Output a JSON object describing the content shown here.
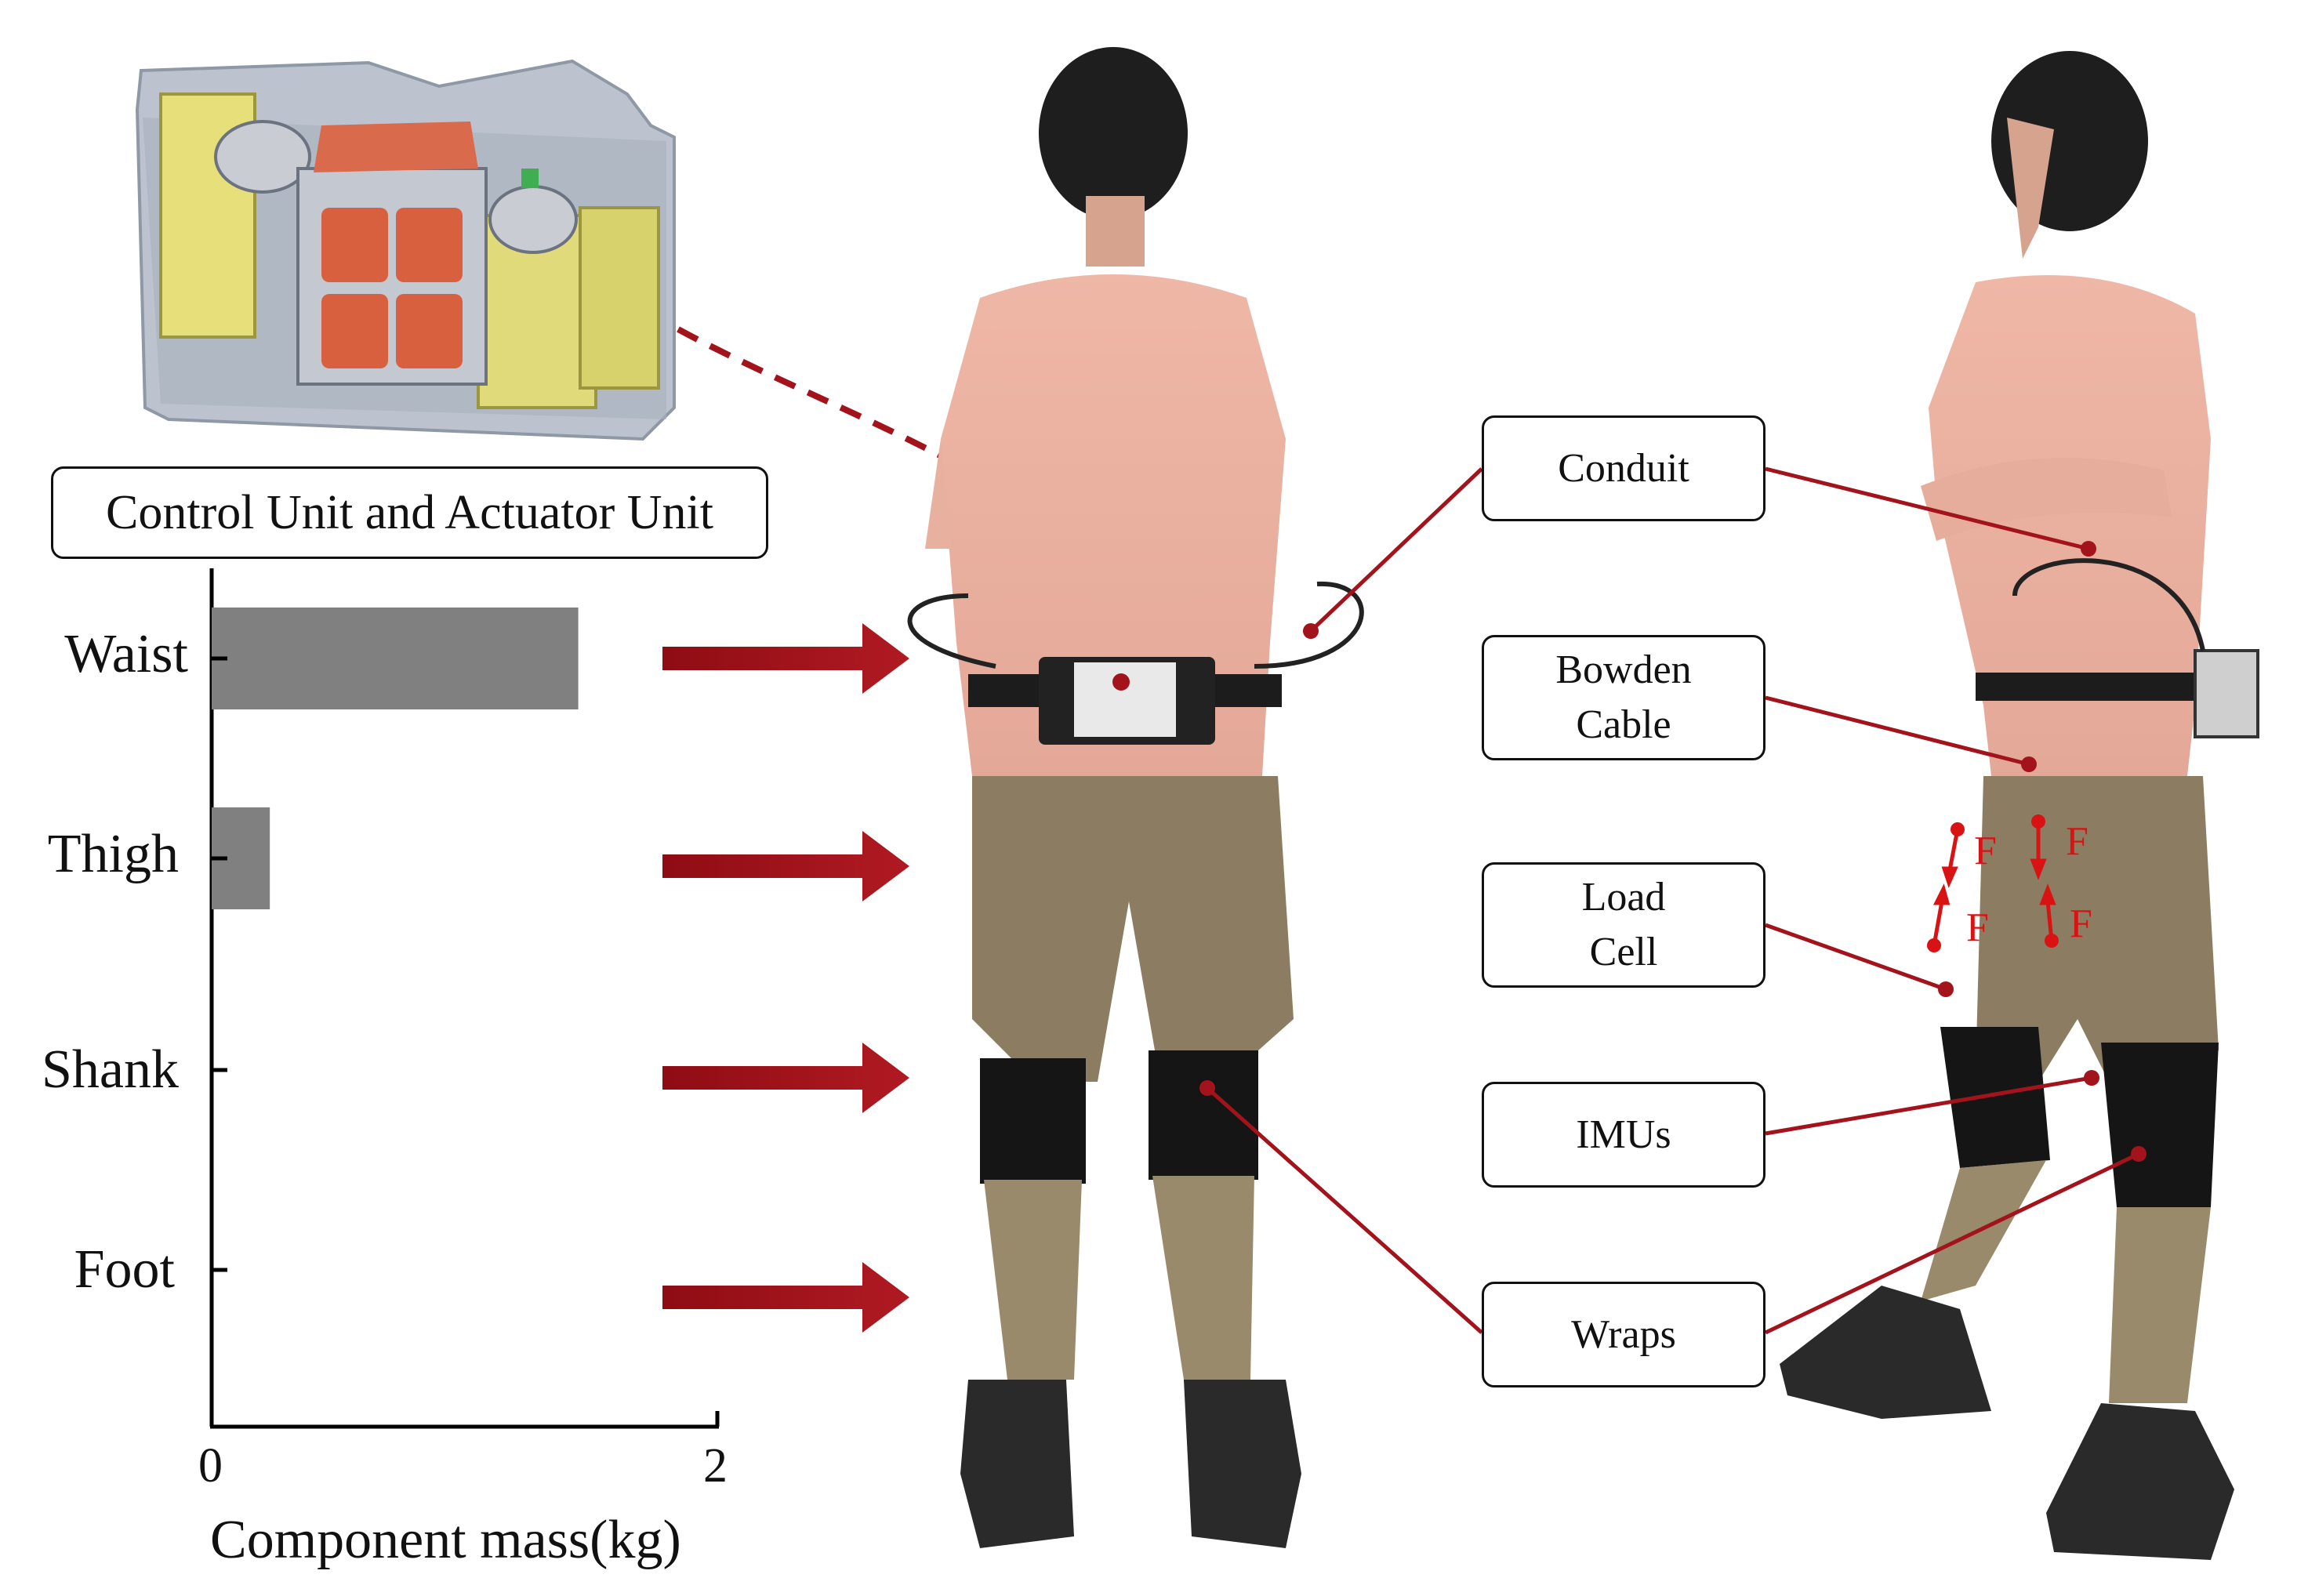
{
  "unit_title": "Control Unit and Actuator Unit",
  "callouts": {
    "conduit": "Conduit",
    "bowden": [
      "Bowden",
      "Cable"
    ],
    "load_cell": [
      "Load",
      "Cell"
    ],
    "imus": "IMUs",
    "wraps": "Wraps"
  },
  "force_label": "F",
  "colors": {
    "accent": "#a3131b",
    "bar": "#808080",
    "force": "#d91313"
  },
  "chart_data": {
    "type": "bar",
    "orientation": "horizontal",
    "categories": [
      "Waist",
      "Thigh",
      "Shank",
      "Foot"
    ],
    "values": [
      1.45,
      0.23,
      0,
      0
    ],
    "xlabel": "Component mass(kg)",
    "xlim": [
      0,
      2
    ],
    "xticks": [
      0,
      2
    ]
  }
}
